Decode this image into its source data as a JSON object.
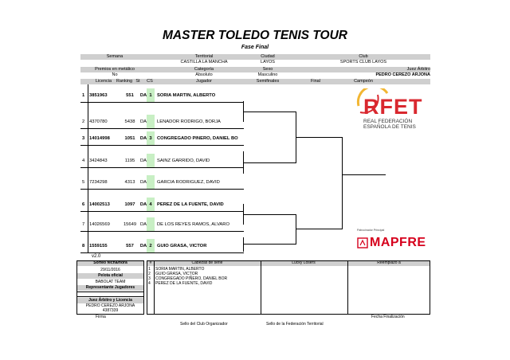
{
  "title": "MASTER TOLEDO TENIS TOUR",
  "subtitle": "Fase Final",
  "header": {
    "semana_label": "Semana",
    "territorial_label": "Territorial",
    "territorial_value": "CASTILLA LA MANCHA",
    "ciudad_label": "Ciudad",
    "ciudad_value": "LAYOS",
    "club_label": "Club",
    "club_value": "SPORTS CLUB LAYOS",
    "premios_label": "Premios en metálico",
    "premios_value": "No",
    "categoria_label": "Categoría",
    "categoria_value": "Absoluto",
    "sexo_label": "Sexo",
    "sexo_value": "Masculino",
    "juez_label": "Juez Árbitro",
    "juez_value": "PEDRO CEREZO ARJONA"
  },
  "columns": {
    "licencia": "Licencia",
    "ranking": "Ranking",
    "st": "St",
    "cs": "CS",
    "jugador": "Jugador",
    "semifinales": "Semifinales",
    "final": "Final",
    "campeon": "Campeón"
  },
  "players": [
    {
      "num": "1",
      "licencia": "3851963",
      "ranking": "551",
      "st": "DA",
      "cs": "1",
      "name": "SORIA MARTIN, ALBERTO"
    },
    {
      "num": "2",
      "licencia": "4370780",
      "ranking": "5438",
      "st": "DA",
      "cs": "",
      "name": "LEÑADOR RODRIGO, BORJA"
    },
    {
      "num": "3",
      "licencia": "14014998",
      "ranking": "1051",
      "st": "DA",
      "cs": "3",
      "name": "CONGREGADO PIÑERO, DANIEL BO"
    },
    {
      "num": "4",
      "licencia": "3424843",
      "ranking": "1195",
      "st": "DA",
      "cs": "",
      "name": "SAINZ GARRIDO, DAVID"
    },
    {
      "num": "5",
      "licencia": "7234298",
      "ranking": "4313",
      "st": "DA",
      "cs": "",
      "name": "GARCIA RODRIGUEZ, DAVID"
    },
    {
      "num": "6",
      "licencia": "14002513",
      "ranking": "1097",
      "st": "DA",
      "cs": "4",
      "name": "PEREZ DE LA FUENTE, DAVID"
    },
    {
      "num": "7",
      "licencia": "14026569",
      "ranking": "15649",
      "st": "DA",
      "cs": "",
      "name": "DE LOS REYES RAMOS, ALVARO"
    },
    {
      "num": "8",
      "licencia": "1559155",
      "ranking": "557",
      "st": "DA",
      "cs": "2",
      "name": "GUIO GRASA, VICTOR"
    }
  ],
  "logos": {
    "rfet_text": "RFET",
    "rfet_line1": "REAL FEDERACIÓN",
    "rfet_line2": "ESPAÑOLA DE TENIS",
    "mapfre_caption": "Patrocinador Principal",
    "mapfre_text": "MAPFRE"
  },
  "version": "v2.0",
  "bottom": {
    "sorteo_label": "Sorteo fecha/hora",
    "sorteo_value": "29/11/2016",
    "pelota_label": "Pelota oficial",
    "pelota_value": "BABOLAT TEAM",
    "representante_label": "Representante Jugadores",
    "juez_label": "Juez Árbitro y Licencia",
    "juez_name": "PEDRO CEREZO ARJONA",
    "juez_licencia": "4387339",
    "hash": "#",
    "cabezas_label": "Cabezas de serie",
    "lucky_label": "Lucky Losers",
    "reemplazo_label": "Reemplazo a",
    "seeds": [
      {
        "n": "1",
        "name": "SORIA MARTIN, ALBERTO"
      },
      {
        "n": "2",
        "name": "GUIO GRASA, VICTOR"
      },
      {
        "n": "3",
        "name": "CONGREGADO PIÑERO, DANIEL BOR"
      },
      {
        "n": "4",
        "name": "PEREZ DE LA FUENTE, DAVID"
      }
    ],
    "firma": "Firma",
    "fecha_fin": "Fecha Finalización",
    "sello_club": "Sello del Club Organizador",
    "sello_fed": "Sello de la Federación Territorial"
  }
}
